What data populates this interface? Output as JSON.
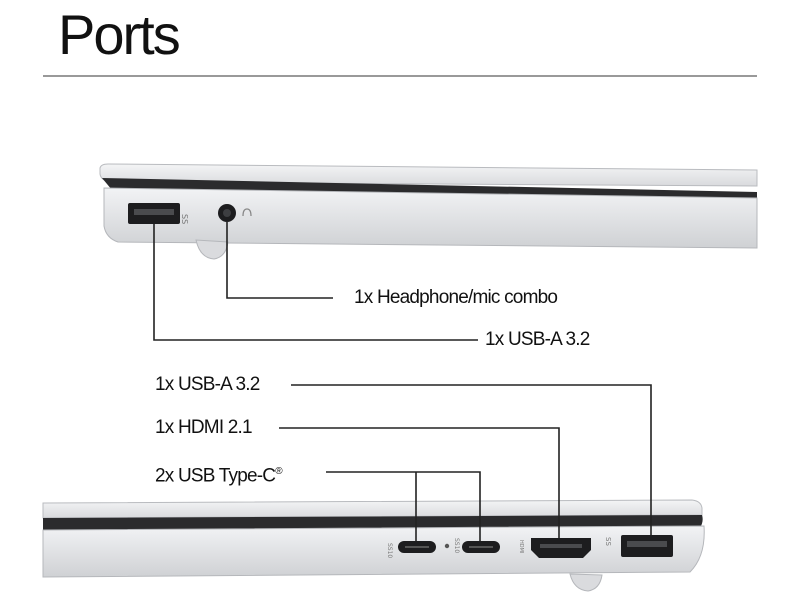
{
  "page": {
    "title": "Ports"
  },
  "colors": {
    "accent_lines": "#222222",
    "body_silver": "#e6e7e9",
    "rule": "#999999"
  },
  "left_side": {
    "labels": {
      "headphone": "1x Headphone/mic combo",
      "usb_a": "1x USB-A 3.2"
    },
    "ports": [
      {
        "icon": "usb-a-port",
        "marking": "SS"
      },
      {
        "icon": "headphone-jack",
        "marking": "headphone-symbol"
      }
    ]
  },
  "right_side": {
    "labels": {
      "usb_a": "1x USB-A 3.2",
      "hdmi": "1x HDMI 2.1",
      "usb_c": "2x USB Type-C",
      "usb_c_mark": "®"
    },
    "ports": [
      {
        "icon": "usb-c-port",
        "marking": "SS 10"
      },
      {
        "icon": "usb-c-port",
        "marking": "SS 10"
      },
      {
        "icon": "hdmi-port",
        "marking": "HDMI"
      },
      {
        "icon": "usb-a-port",
        "marking": "SS"
      }
    ]
  }
}
